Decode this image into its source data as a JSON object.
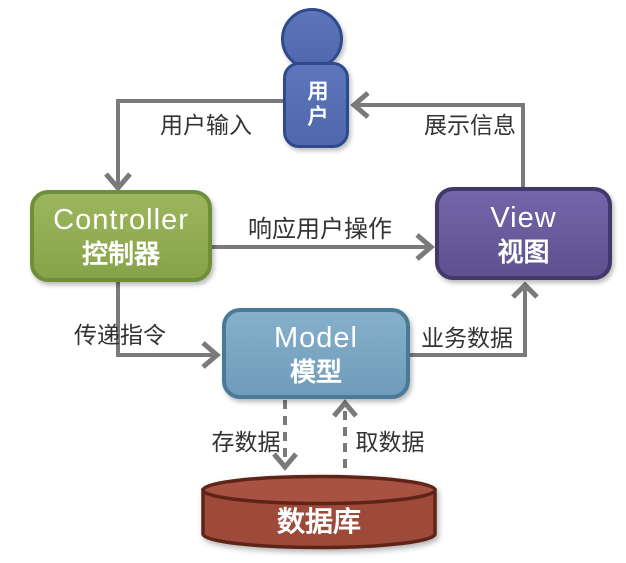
{
  "diagram": {
    "type": "mvc-architecture-flow",
    "nodes": {
      "user": {
        "label": "用户",
        "color": "#5069ab",
        "border_color": "#2e4a8c",
        "shape": "person"
      },
      "controller": {
        "name": "Controller",
        "label": "控制器",
        "color": "#87a349",
        "border_color": "#6f8e3a",
        "shape": "rounded-rect"
      },
      "view": {
        "name": "View",
        "label": "视图",
        "color": "#5f518f",
        "border_color": "#43386a",
        "shape": "rounded-rect"
      },
      "model": {
        "name": "Model",
        "label": "模型",
        "color": "#6f9cba",
        "border_color": "#4a7a96",
        "shape": "rounded-rect"
      },
      "database": {
        "label": "数据库",
        "color": "#9e4a3a",
        "border_color": "#5f2418",
        "shape": "cylinder"
      }
    },
    "edges": [
      {
        "from": "user",
        "to": "controller",
        "label": "用户输入",
        "style": "solid"
      },
      {
        "from": "view",
        "to": "user",
        "label": "展示信息",
        "style": "solid"
      },
      {
        "from": "controller",
        "to": "view",
        "label": "响应用户操作",
        "style": "solid"
      },
      {
        "from": "controller",
        "to": "model",
        "label": "传递指令",
        "style": "solid"
      },
      {
        "from": "model",
        "to": "view",
        "label": "业务数据",
        "style": "solid"
      },
      {
        "from": "model",
        "to": "database",
        "label": "存数据",
        "style": "dashed"
      },
      {
        "from": "database",
        "to": "model",
        "label": "取数据",
        "style": "dashed"
      }
    ],
    "colors": {
      "background": "#ffffff",
      "arrow": "#7a7a7a",
      "edge_label_text": "#333333",
      "node_text": "#ffffff"
    }
  }
}
